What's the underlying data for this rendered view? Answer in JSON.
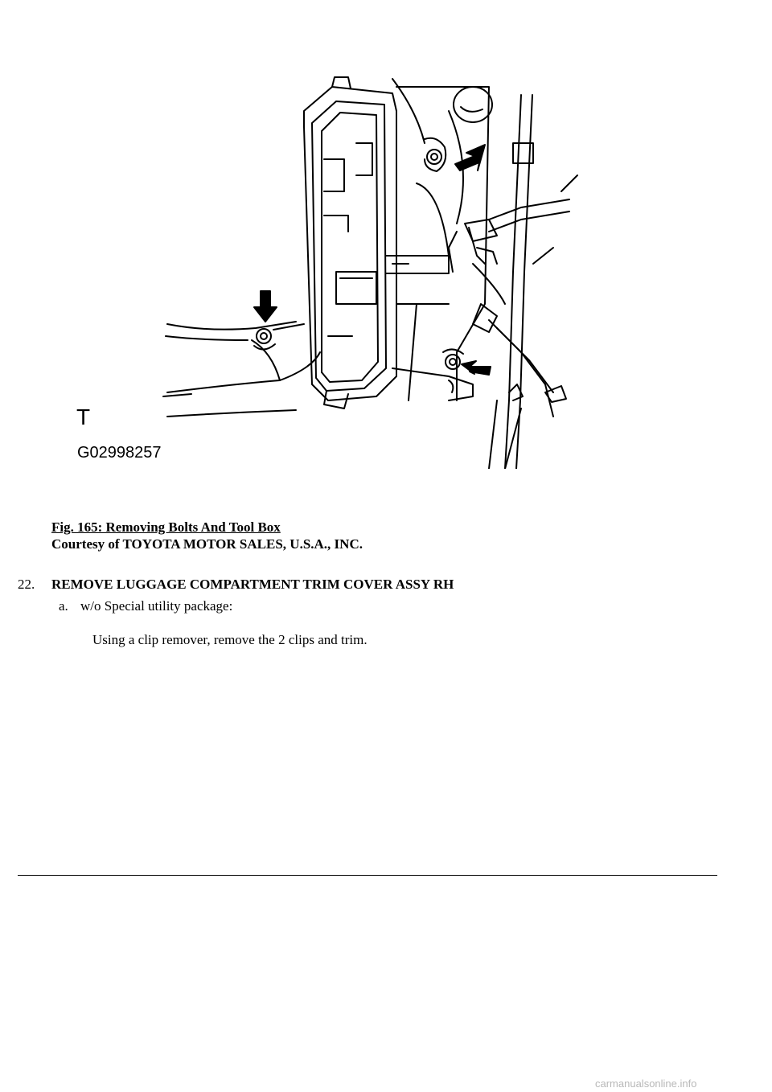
{
  "figure": {
    "label": "T",
    "code": "G02998257"
  },
  "caption": {
    "title": "Fig. 165: Removing Bolts And Tool Box",
    "courtesy": "Courtesy of TOYOTA MOTOR SALES, U.S.A., INC."
  },
  "step": {
    "number": "22.",
    "title": "REMOVE LUGGAGE COMPARTMENT TRIM COVER ASSY RH"
  },
  "substep": {
    "letter": "a.",
    "text": "w/o Special utility package:"
  },
  "instruction": "Using a clip remover, remove the 2 clips and trim.",
  "watermark": "carmanualsonline.info"
}
